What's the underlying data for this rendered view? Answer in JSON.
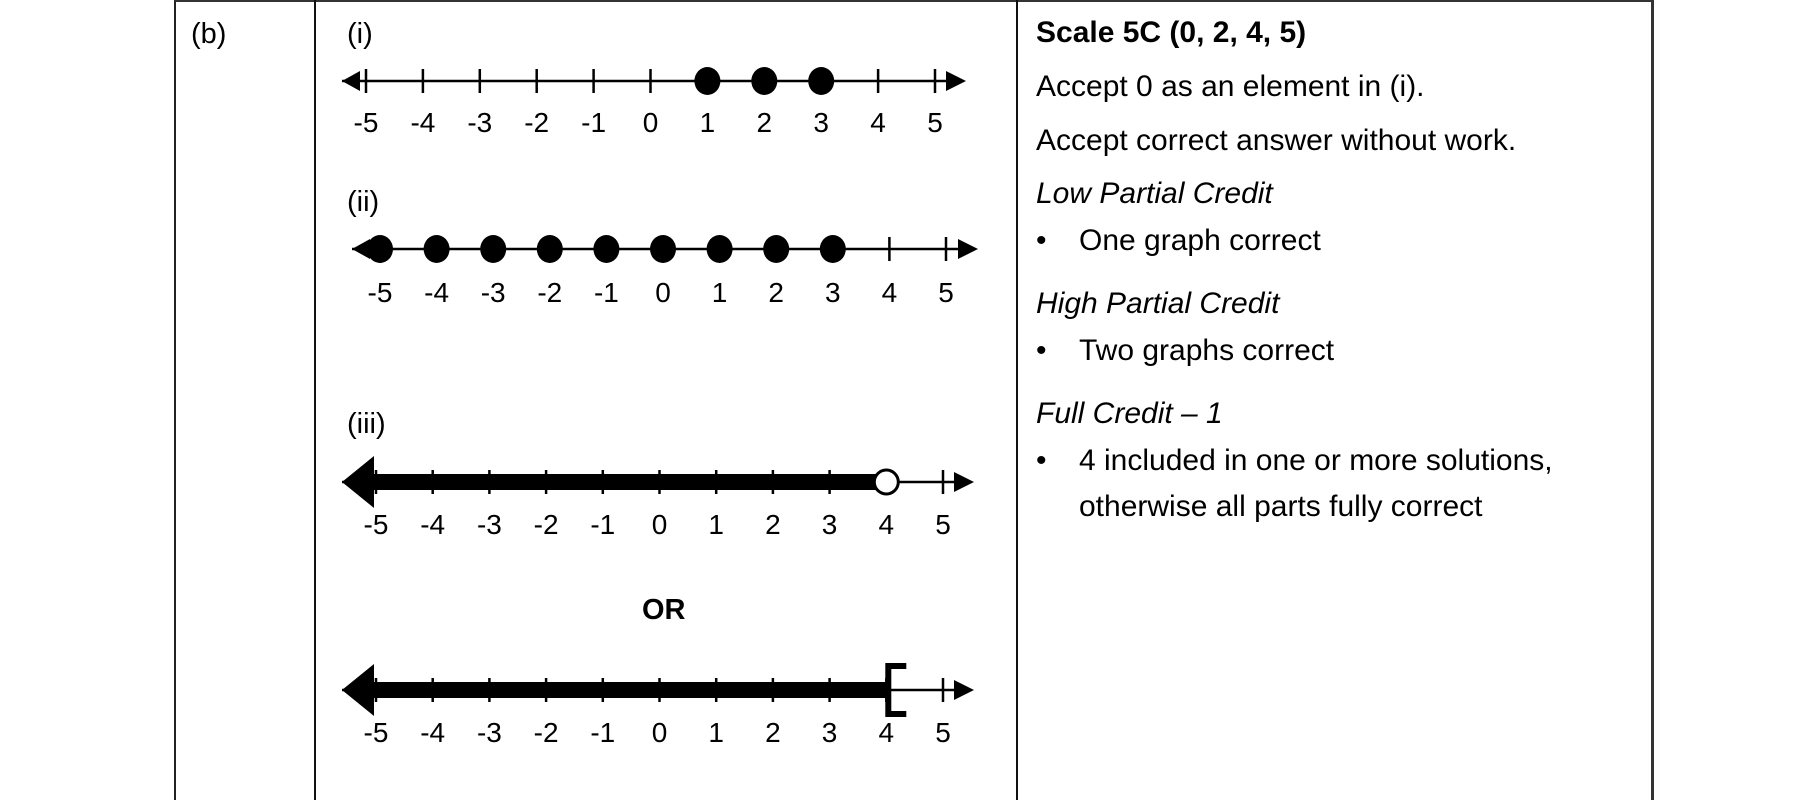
{
  "part_label": "(b)",
  "graphs": [
    {
      "label": "(i)",
      "type": "points",
      "points": [
        1,
        2,
        3
      ]
    },
    {
      "label": "(ii)",
      "type": "points",
      "points": [
        -5,
        -4,
        -3,
        -2,
        -1,
        0,
        1,
        2,
        3
      ]
    },
    {
      "label": "(iii)",
      "type": "ray-left",
      "endpoint": 4,
      "endpoint_style": "open-circle"
    },
    {
      "label": "",
      "type": "ray-left",
      "endpoint": 4,
      "endpoint_style": "open-bracket"
    }
  ],
  "or_label": "OR",
  "tick_labels": [
    "-5",
    "-4",
    "-3",
    "-2",
    "-1",
    "0",
    "1",
    "2",
    "3",
    "4",
    "5"
  ],
  "rubric": {
    "heading": "Scale 5C (0, 2, 4, 5)",
    "note1": "Accept 0 as an element in (i).",
    "note2": "Accept correct answer without work.",
    "low_heading": "Low Partial Credit",
    "low_items": [
      "One graph correct"
    ],
    "high_heading": "High Partial Credit",
    "high_items": [
      "Two graphs correct"
    ],
    "full_heading": "Full Credit – 1",
    "full_items": [
      "4 included in one or more solutions,",
      "otherwise all parts fully correct"
    ],
    "bullet": "•"
  }
}
